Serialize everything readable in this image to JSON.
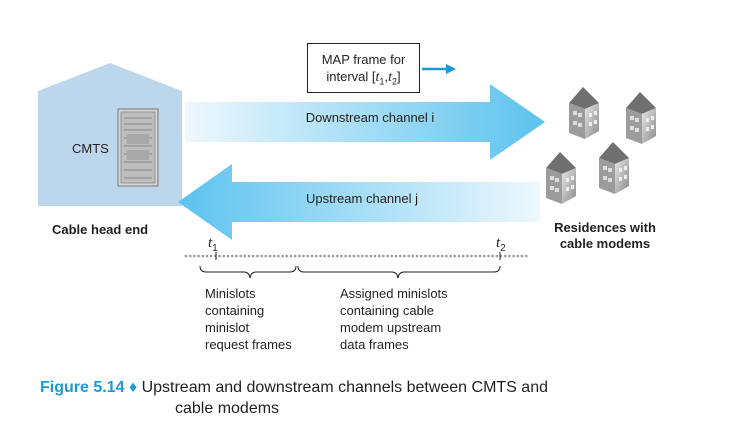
{
  "map_box": {
    "line1": "MAP frame for",
    "line2_prefix": "interval [",
    "t1_var": "t",
    "t1_sub": "1",
    "sep": ",",
    "t2_var": "t",
    "t2_sub": "2",
    "line2_suffix": "]"
  },
  "cmts_label": "CMTS",
  "head_end_label": "Cable head end",
  "residences_label": {
    "line1": "Residences with",
    "line2": "cable modems"
  },
  "downstream_label": "Downstream channel i",
  "upstream_label": "Upstream channel j",
  "timeline": {
    "t1_var": "t",
    "t1_sub": "1",
    "t2_var": "t",
    "t2_sub": "2"
  },
  "minislot_group": [
    "Minislots",
    "containing",
    "minislot",
    "request frames"
  ],
  "assigned_group": [
    "Assigned minislots",
    "containing cable",
    "modem upstream",
    "data frames"
  ],
  "caption": {
    "figure": "Figure 5.14",
    "diamond": "♦",
    "text_line1": "Upstream and downstream channels between CMTS and",
    "text_line2": "cable modems"
  },
  "colors": {
    "arrow_light": "#e9f6fc",
    "arrow_dark": "#5fc3ef",
    "building": "#b9d6ec",
    "accent": "#1a9ad6"
  }
}
